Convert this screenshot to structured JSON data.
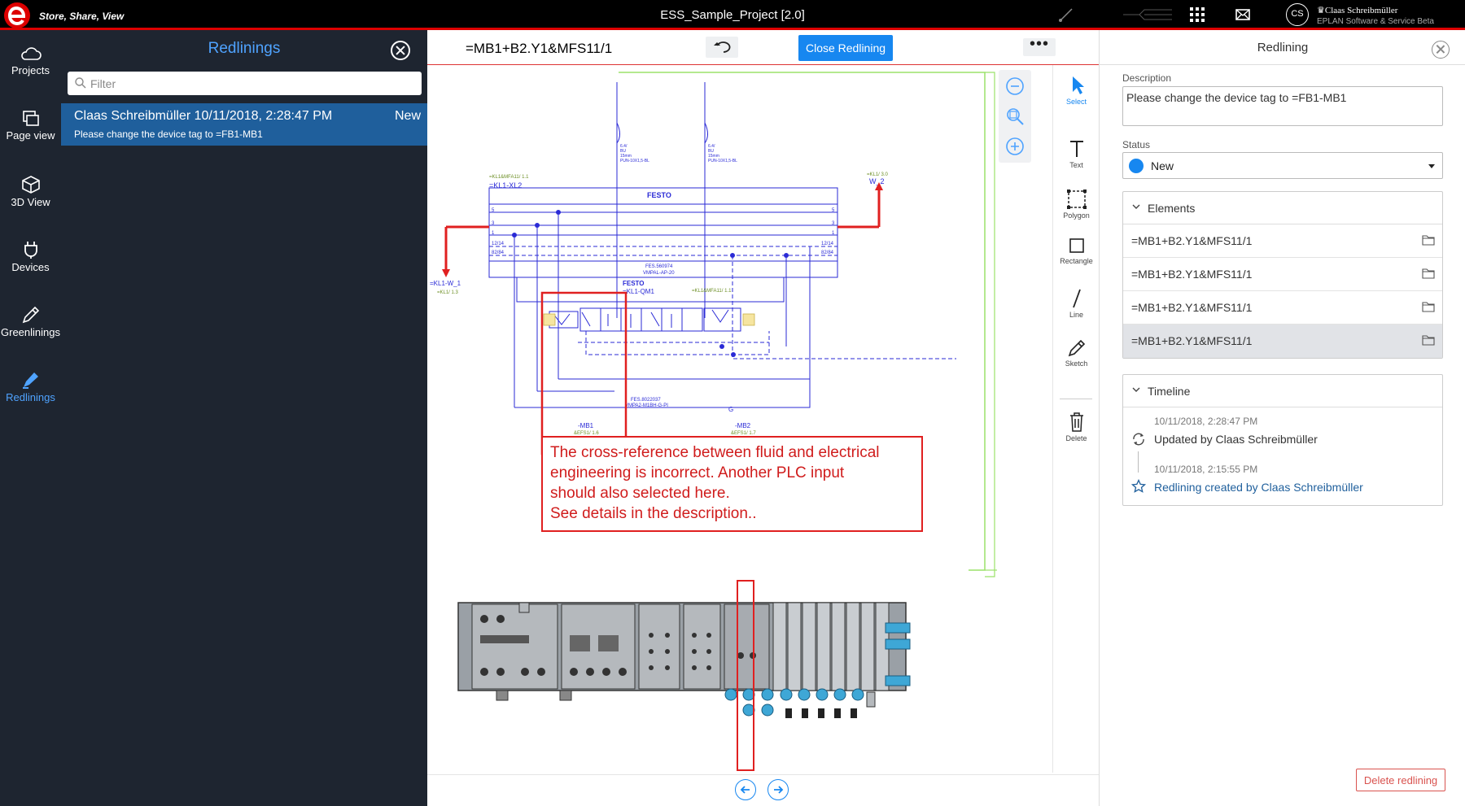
{
  "app": {
    "tagline": "Store, Share, View",
    "window_title": "ESS_Sample_Project [2.0]",
    "user_initials": "CS",
    "user_name": "Claas Schreibmüller",
    "user_org": "EPLAN Software & Service Beta"
  },
  "nav": {
    "items": [
      {
        "label": "Projects",
        "icon": "cloud-icon"
      },
      {
        "label": "Page view",
        "icon": "pages-icon"
      },
      {
        "label": "3D View",
        "icon": "cube-icon"
      },
      {
        "label": "Devices",
        "icon": "plug-icon"
      },
      {
        "label": "Greenlinings",
        "icon": "pen-icon"
      },
      {
        "label": "Redlinings",
        "icon": "marker-icon"
      }
    ]
  },
  "list_panel": {
    "title": "Redlinings",
    "filter_placeholder": "Filter",
    "items": [
      {
        "author_date": "Claas Schreibmüller 10/11/2018, 2:28:47 PM",
        "status": "New",
        "description": "Please change the device tag to =FB1-MB1"
      }
    ]
  },
  "document": {
    "title": "=MB1+B2.Y1&MFS11/1",
    "close_button": "Close Redlining",
    "more_label": "•••",
    "callout": [
      "The cross-reference between fluid and electrical",
      "engineering is incorrect. Another PLC input",
      "should also selected here.",
      "See details in the description.."
    ],
    "schematic_labels": {
      "festo_top": "FESTO",
      "festo_mid": "FESTO",
      "xl2_ref": "=KL1&MFA11/ 1.1",
      "xl2": "=KL1-XL2",
      "w2_ref": "=KL1/ 3.0",
      "w2": "W_2",
      "w1": "=KL1-W_1",
      "w1_ref": "=KL1/ 1.3",
      "qm1_ref1": "FES.560974",
      "qm1_ref2": "VMPAL-AP-20",
      "qm1": "=KL1-QM1",
      "qm1_ref3": "=KL1&MFA11/ 1.1",
      "vmpa_ref1": "FES.8022037",
      "vmpa_ref2": "VMPA2-M1BH-G-PI",
      "g": "G",
      "mb1": "-MB1",
      "mb1_ref": "&EFS1/ 1.6",
      "mb2": "-MB2",
      "mb2_ref": "&EFS1/ 1.7",
      "row_5": "5",
      "row_3": "3",
      "row_1": "1",
      "row_12_14": "12/14",
      "row_82_84": "82/84"
    }
  },
  "tools": [
    {
      "label": "Select",
      "icon": "cursor-icon"
    },
    {
      "label": "Text",
      "icon": "text-icon"
    },
    {
      "label": "Polygon",
      "icon": "polygon-icon"
    },
    {
      "label": "Rectangle",
      "icon": "rectangle-icon"
    },
    {
      "label": "Line",
      "icon": "line-icon"
    },
    {
      "label": "Sketch",
      "icon": "sketch-icon"
    },
    {
      "label": "Delete",
      "icon": "trash-icon"
    }
  ],
  "details": {
    "title": "Redlining",
    "description_label": "Description",
    "description_value": "Please change the device tag to =FB1-MB1",
    "status_label": "Status",
    "status_value": "New",
    "status_color": "#1787f0",
    "elements_title": "Elements",
    "elements": [
      "=MB1+B2.Y1&MFS11/1",
      "=MB1+B2.Y1&MFS11/1",
      "=MB1+B2.Y1&MFS11/1",
      "=MB1+B2.Y1&MFS11/1"
    ],
    "timeline_title": "Timeline",
    "timeline": [
      {
        "time": "10/11/2018, 2:28:47 PM",
        "text": "Updated by Claas Schreibmüller",
        "icon": "sync-icon"
      },
      {
        "time": "10/11/2018, 2:15:55 PM",
        "text": "Redlining created by Claas Schreibmüller",
        "icon": "star-icon"
      }
    ],
    "delete_button": "Delete redlining"
  },
  "colors": {
    "accent": "#1787f0",
    "redline": "#e02020",
    "nav_bg": "#1e2530",
    "schematic_blue": "#2a2ad6",
    "greenline": "#9be26a"
  }
}
